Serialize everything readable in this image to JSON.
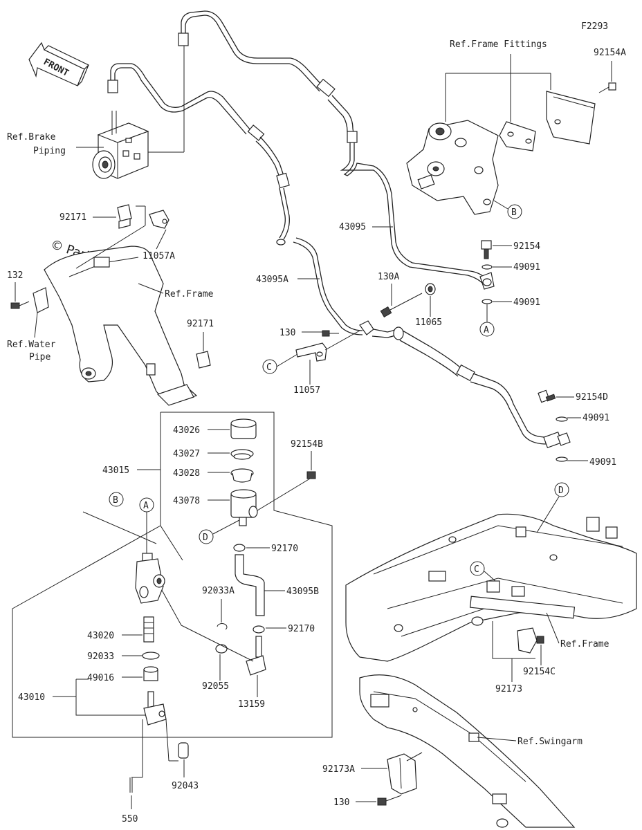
{
  "figure_code": "F2293",
  "front_label": "FRONT",
  "watermark": "© Partzilla.com",
  "refs": {
    "frame_fittings": "Ref.Frame Fittings",
    "brake_piping": [
      "Ref.Brake",
      "Piping"
    ],
    "frame_top": "Ref.Frame",
    "water_pipe": [
      "Ref.Water",
      "Pipe"
    ],
    "frame_bottom": "Ref.Frame",
    "swingarm": "Ref.Swingarm"
  },
  "callouts": {
    "A": "A",
    "B": "B",
    "C": "C",
    "D": "D"
  },
  "parts": {
    "p92154A": "92154A",
    "p92171_top": "92171",
    "p11057A": "11057A",
    "p132": "132",
    "p92171_mid": "92171",
    "p43095": "43095",
    "p92154": "92154",
    "p49091_a": "49091",
    "p49091_b": "49091",
    "p43095A": "43095A",
    "p130A": "130A",
    "p11065": "11065",
    "p130_top": "130",
    "p11057": "11057",
    "p92154D": "92154D",
    "p49091_c": "49091",
    "p49091_d": "49091",
    "p43026": "43026",
    "p43027": "43027",
    "p43028": "43028",
    "p43078": "43078",
    "p43015": "43015",
    "p92154B": "92154B",
    "p92170_a": "92170",
    "p92033A": "92033A",
    "p43095B": "43095B",
    "p92170_b": "92170",
    "p43020": "43020",
    "p92033": "92033",
    "p49016": "49016",
    "p43010": "43010",
    "p92055": "92055",
    "p13159": "13159",
    "p92043": "92043",
    "p550": "550",
    "p92173": "92173",
    "p92154C": "92154C",
    "p92173A": "92173A",
    "p130_bottom": "130"
  }
}
